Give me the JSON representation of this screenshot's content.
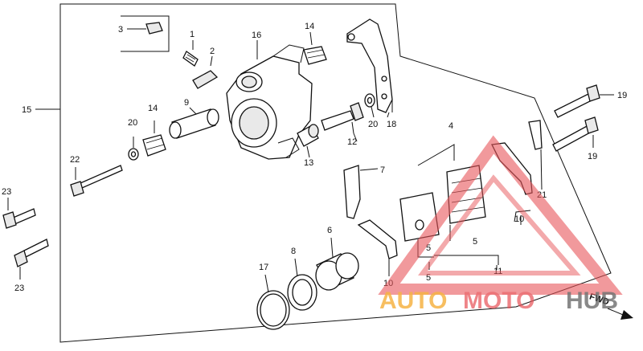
{
  "callouts": {
    "c1": "1",
    "c2": "2",
    "c3": "3",
    "c4": "4",
    "c5a": "5",
    "c5b": "5",
    "c5c": "5",
    "c6": "6",
    "c7": "7",
    "c8": "8",
    "c9": "9",
    "c10a": "10",
    "c10b": "10",
    "c11": "11",
    "c12": "12",
    "c13": "13",
    "c14a": "14",
    "c14b": "14",
    "c15": "15",
    "c16": "16",
    "c17": "17",
    "c18": "18",
    "c19a": "19",
    "c19b": "19",
    "c20a": "20",
    "c20b": "20",
    "c21": "21",
    "c22": "22",
    "c23a": "23",
    "c23b": "23"
  },
  "direction_label": "FWD",
  "watermark": {
    "text_auto": "AUTO",
    "text_moto": "MOTO",
    "text_hub": "HUB"
  },
  "colors": {
    "line": "#111111",
    "watermark_red": "#e8565a",
    "watermark_orange": "#f5a623",
    "watermark_gray": "#5d5d5d"
  }
}
